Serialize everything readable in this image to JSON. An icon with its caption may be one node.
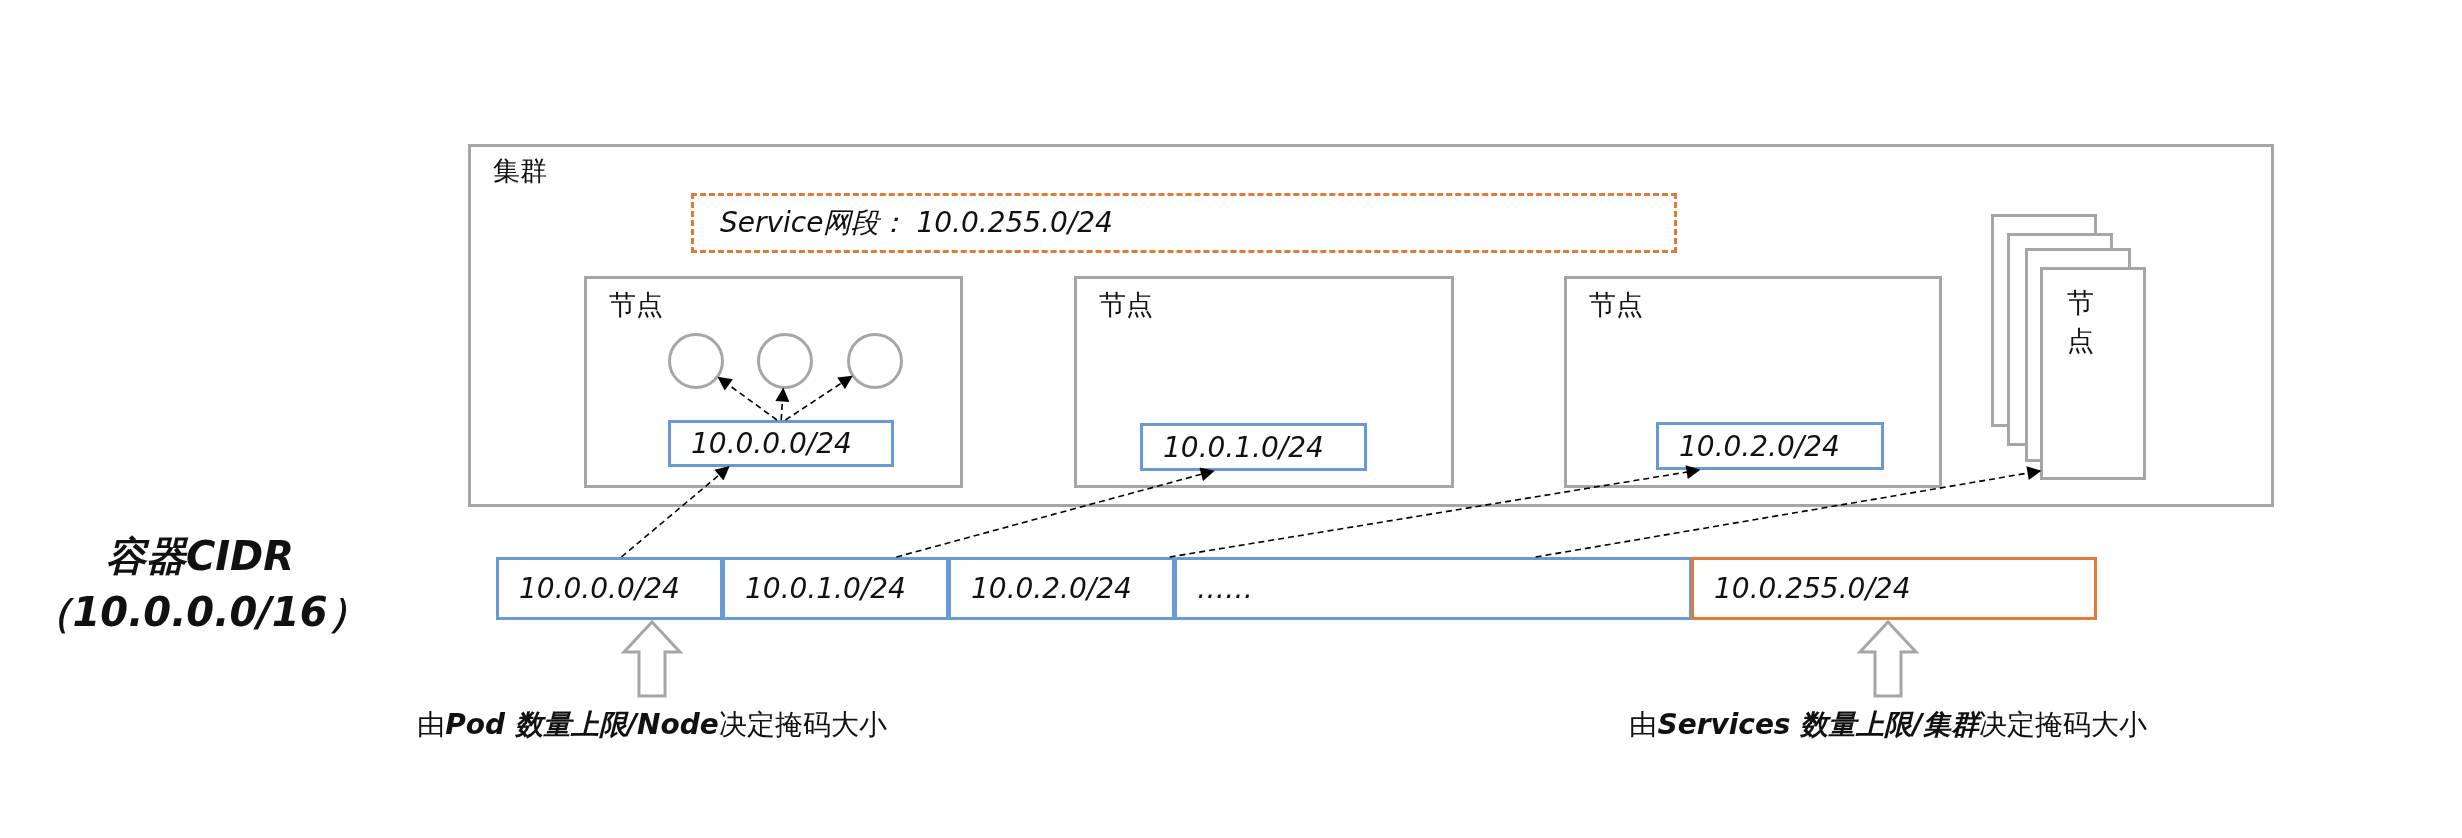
{
  "diagram": {
    "nodes": [
      {
        "text": [
          "集群"
        ]
      },
      {
        "text": [
          "Service网段： 10.0.255.0/24"
        ],
        "in": 0
      },
      {
        "text": [
          "节点"
        ],
        "in": 0
      },
      {
        "text": [],
        "shape": "circle",
        "in": 2
      },
      {
        "text": [],
        "shape": "circle",
        "in": 2
      },
      {
        "text": [],
        "shape": "circle",
        "in": 2
      },
      {
        "text": [
          "10.0.0.0/24"
        ],
        "in": 2
      },
      {
        "text": [
          "节点"
        ],
        "in": 0
      },
      {
        "text": [
          "10.0.1.0/24"
        ],
        "in": 7
      },
      {
        "text": [
          "节点"
        ],
        "in": 0
      },
      {
        "text": [
          "10.0.2.0/24"
        ],
        "in": 9
      },
      {
        "text": [],
        "shape": "box",
        "in": 0
      },
      {
        "text": [],
        "shape": "box",
        "in": 0
      },
      {
        "text": [],
        "shape": "box",
        "in": 0
      },
      {
        "text": [
          "节点"
        ],
        "in": 0
      },
      {
        "text": [
          "10.0.0.0/24"
        ]
      },
      {
        "text": [
          "10.0.1.0/24"
        ]
      },
      {
        "text": [
          "10.0.2.0/24"
        ]
      },
      {
        "text": [
          "……"
        ]
      },
      {
        "text": [
          "10.0.255.0/24"
        ]
      },
      {
        "text": [
          "由**Pod 数量上限/Node**决定掩码大小"
        ]
      },
      {
        "text": [
          "由**Services 数量上限/集群**决定掩码大小"
        ]
      }
    ],
    "edges": [
      {
        "from": 15,
        "to": 6,
        "arrow": "to",
        "style": "dashed"
      },
      {
        "from": 16,
        "to": 8,
        "arrow": "to",
        "style": "dashed"
      },
      {
        "from": 17,
        "to": 10,
        "arrow": "to",
        "style": "dashed"
      },
      {
        "from": 18,
        "to": 14,
        "arrow": "to",
        "style": "dashed"
      },
      {
        "from": 6,
        "to": 3,
        "arrow": "to",
        "style": "dashed"
      },
      {
        "from": 6,
        "to": 4,
        "arrow": "to",
        "style": "dashed"
      },
      {
        "from": 6,
        "to": 5,
        "arrow": "to",
        "style": "dashed"
      },
      {
        "from": 20,
        "to": 15,
        "arrow": "to",
        "color": "#a6a6a6"
      },
      {
        "from": 21,
        "to": 19,
        "arrow": "to",
        "color": "#a6a6a6"
      }
    ],
    "labels": [
      "容器CIDR（10.0.0.0/16）"
    ]
  }
}
